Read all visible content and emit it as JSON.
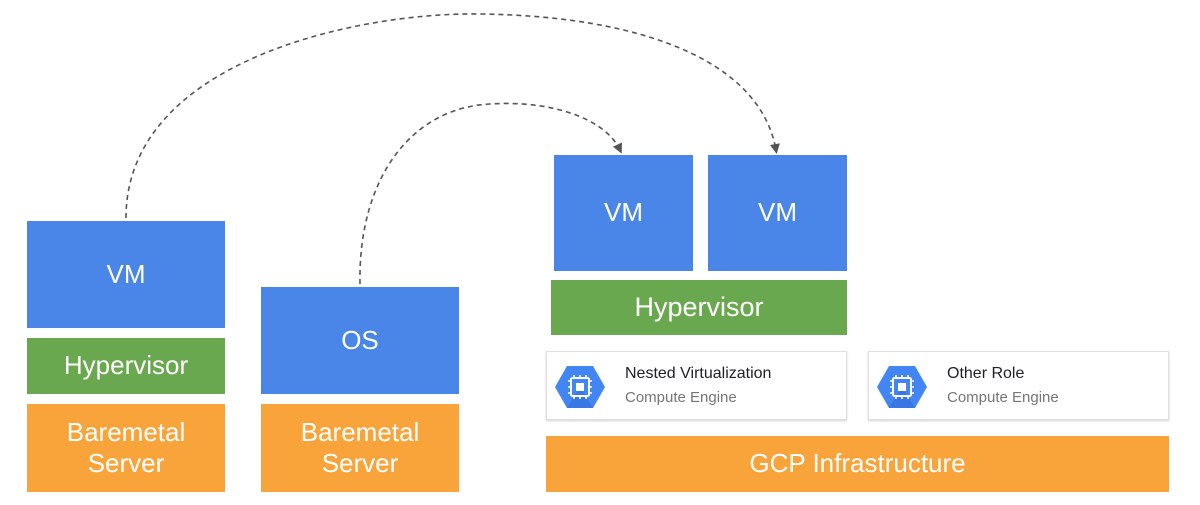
{
  "stack_left": {
    "vm": "VM",
    "hypervisor": "Hypervisor",
    "server": "Baremetal\nServer"
  },
  "stack_middle": {
    "os": "OS",
    "server": "Baremetal\nServer"
  },
  "stack_right": {
    "vm_1": "VM",
    "vm_2": "VM",
    "hypervisor": "Hypervisor",
    "infrastructure": "GCP Infrastructure"
  },
  "cards": [
    {
      "title": "Nested Virtualization",
      "subtitle": "Compute Engine",
      "icon": "compute-engine-icon"
    },
    {
      "title": "Other Role",
      "subtitle": "Compute Engine",
      "icon": "compute-engine-icon"
    }
  ],
  "colors": {
    "vm": "#4a86e8",
    "hypervisor": "#6aa84f",
    "server": "#f9a43b",
    "arrow": "#555555"
  }
}
